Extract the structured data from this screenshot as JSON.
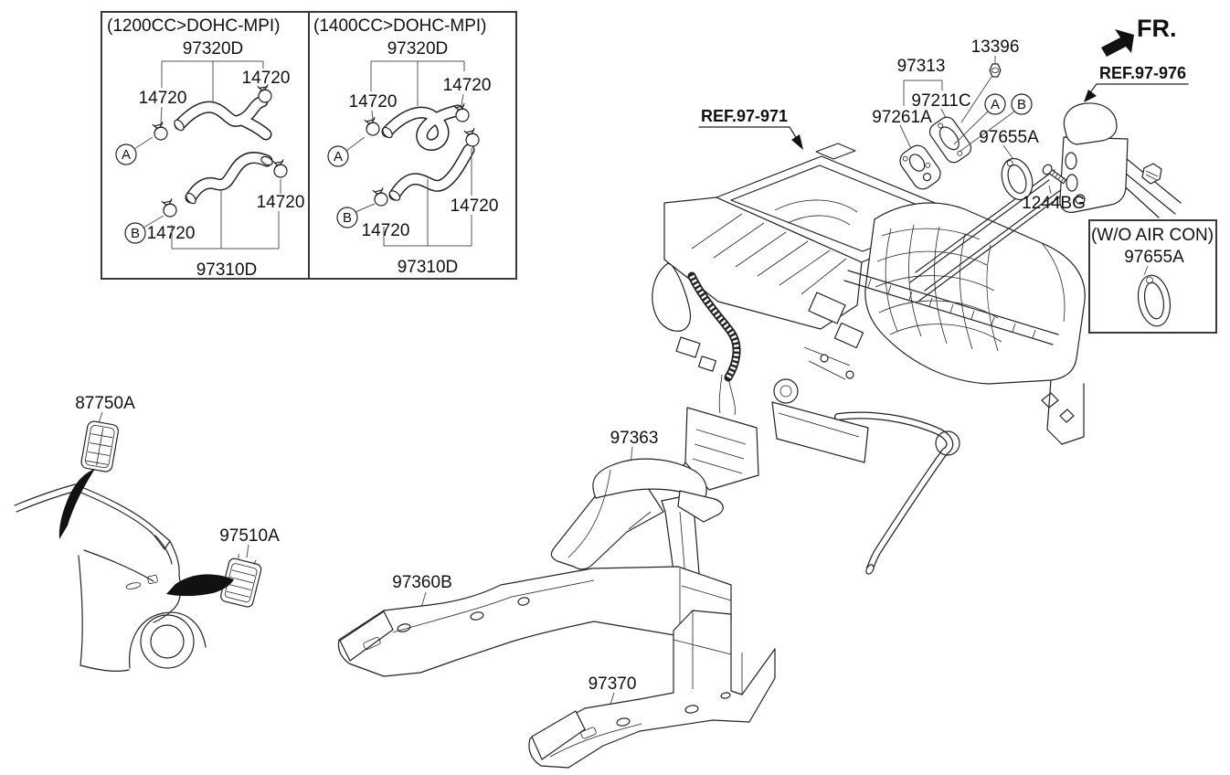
{
  "fr": {
    "label": "FR."
  },
  "engine_boxes": [
    {
      "title": "(1200CC>DOHC-MPI)",
      "upper_hose": "97320D",
      "lower_hose": "97310D",
      "clamp": "14720",
      "marker_a": "A",
      "marker_b": "B"
    },
    {
      "title": "(1400CC>DOHC-MPI)",
      "upper_hose": "97320D",
      "lower_hose": "97310D",
      "clamp": "14720",
      "marker_a": "A",
      "marker_b": "B"
    }
  ],
  "refs": {
    "heater_assembly": "REF.97-971",
    "heater_pipe": "REF.97-976"
  },
  "parts": {
    "nut": "13396",
    "heater_pipe_assy": "97313",
    "gasket": "97261A",
    "packing_plate": "97211C",
    "marker_a": "A",
    "marker_b": "B",
    "grommet": "97655A",
    "bolt": "1244BG",
    "rear_pillar_vent": "87750A",
    "quarter_vent": "97510A",
    "center_duct": "97363",
    "rear_heating_duct_lh": "97360B",
    "rear_heating_duct_rh": "97370"
  },
  "wo_aircon_box": {
    "title": "(W/O AIR CON)",
    "grommet": "97655A"
  }
}
